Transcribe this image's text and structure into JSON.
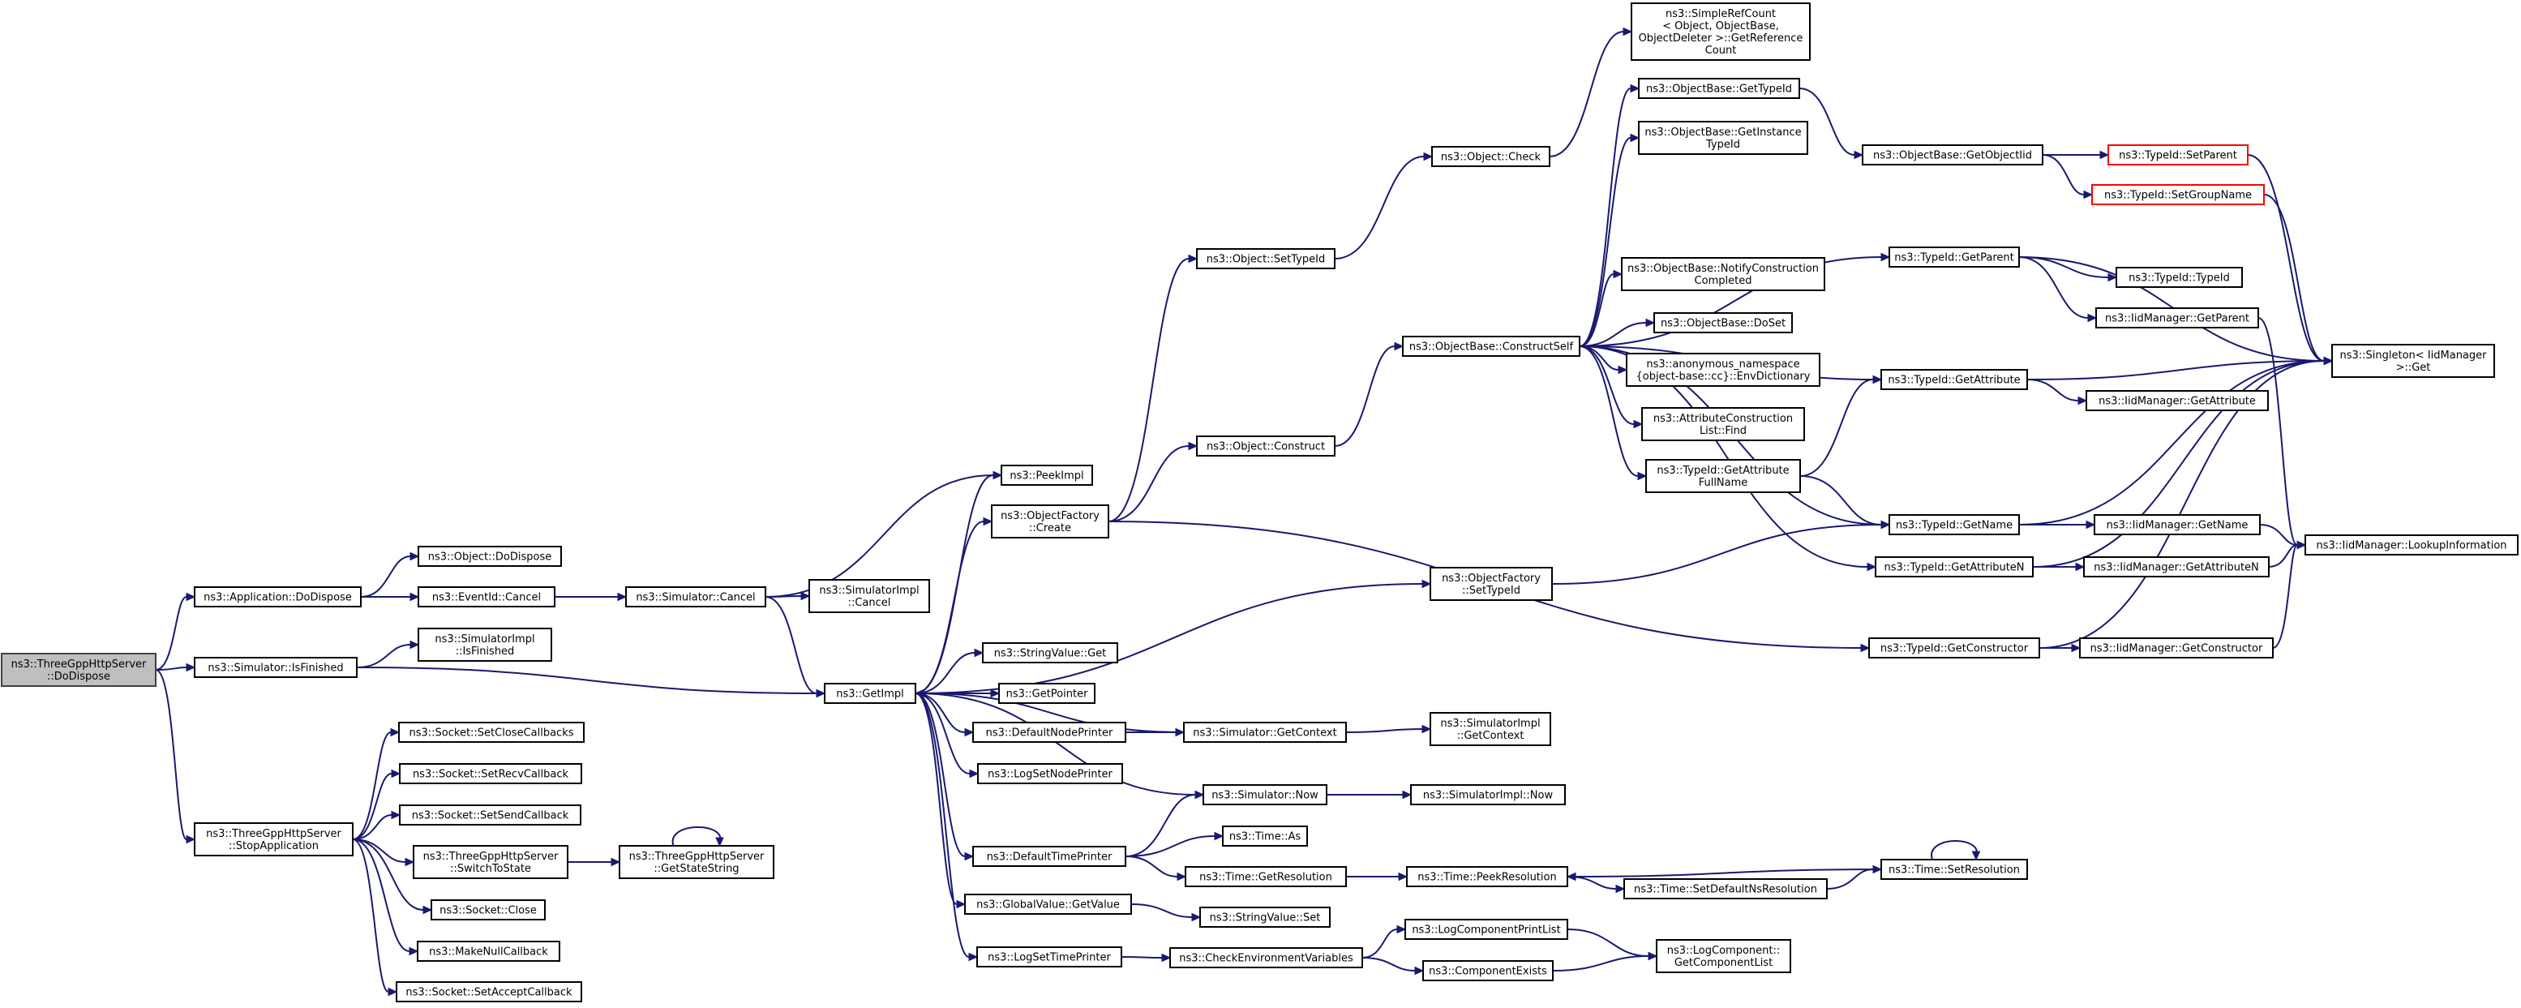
{
  "diagram": {
    "type": "call-graph",
    "nodes": [
      {
        "id": "root",
        "lines": [
          "ns3::ThreeGppHttpServer",
          "::DoDispose"
        ],
        "style": "root"
      },
      {
        "id": "app_dodispose",
        "lines": [
          "ns3::Application::DoDispose"
        ]
      },
      {
        "id": "sim_isfinished",
        "lines": [
          "ns3::Simulator::IsFinished"
        ]
      },
      {
        "id": "stopapp",
        "lines": [
          "ns3::ThreeGppHttpServer",
          "::StopApplication"
        ]
      },
      {
        "id": "obj_dodispose",
        "lines": [
          "ns3::Object::DoDispose"
        ]
      },
      {
        "id": "eventid_cancel",
        "lines": [
          "ns3::EventId::Cancel"
        ]
      },
      {
        "id": "simimpl_isfinished",
        "lines": [
          "ns3::SimulatorImpl",
          "::IsFinished"
        ]
      },
      {
        "id": "sim_cancel",
        "lines": [
          "ns3::Simulator::Cancel"
        ]
      },
      {
        "id": "simimpl_cancel",
        "lines": [
          "ns3::SimulatorImpl",
          "::Cancel"
        ]
      },
      {
        "id": "peekimpl",
        "lines": [
          "ns3::PeekImpl"
        ]
      },
      {
        "id": "getimpl",
        "lines": [
          "ns3::GetImpl"
        ]
      },
      {
        "id": "objfactory_create",
        "lines": [
          "ns3::ObjectFactory",
          "::Create"
        ]
      },
      {
        "id": "stringvalue_get",
        "lines": [
          "ns3::StringValue::Get"
        ]
      },
      {
        "id": "getpointer",
        "lines": [
          "ns3::GetPointer"
        ]
      },
      {
        "id": "defaultnodeprinter",
        "lines": [
          "ns3::DefaultNodePrinter"
        ]
      },
      {
        "id": "logsetnodeprinter",
        "lines": [
          "ns3::LogSetNodePrinter"
        ]
      },
      {
        "id": "defaulttimeprinter",
        "lines": [
          "ns3::DefaultTimePrinter"
        ]
      },
      {
        "id": "globalvalue_getvalue",
        "lines": [
          "ns3::GlobalValue::GetValue"
        ]
      },
      {
        "id": "logsettimeprinter",
        "lines": [
          "ns3::LogSetTimePrinter"
        ]
      },
      {
        "id": "sock_setclosecb",
        "lines": [
          "ns3::Socket::SetCloseCallbacks"
        ]
      },
      {
        "id": "sock_setrecvcb",
        "lines": [
          "ns3::Socket::SetRecvCallback"
        ]
      },
      {
        "id": "sock_setsendcb",
        "lines": [
          "ns3::Socket::SetSendCallback"
        ]
      },
      {
        "id": "switchtostate",
        "lines": [
          "ns3::ThreeGppHttpServer",
          "::SwitchToState"
        ]
      },
      {
        "id": "sock_close",
        "lines": [
          "ns3::Socket::Close"
        ]
      },
      {
        "id": "makenullcb",
        "lines": [
          "ns3::MakeNullCallback"
        ]
      },
      {
        "id": "sock_setacceptcb",
        "lines": [
          "ns3::Socket::SetAcceptCallback"
        ]
      },
      {
        "id": "getstatestring",
        "lines": [
          "ns3::ThreeGppHttpServer",
          "::GetStateString"
        ]
      },
      {
        "id": "obj_settypeid",
        "lines": [
          "ns3::Object::SetTypeId"
        ]
      },
      {
        "id": "obj_construct",
        "lines": [
          "ns3::Object::Construct"
        ]
      },
      {
        "id": "sim_getcontext",
        "lines": [
          "ns3::Simulator::GetContext"
        ]
      },
      {
        "id": "sim_now",
        "lines": [
          "ns3::Simulator::Now"
        ]
      },
      {
        "id": "time_as",
        "lines": [
          "ns3::Time::As"
        ]
      },
      {
        "id": "time_getresolution",
        "lines": [
          "ns3::Time::GetResolution"
        ]
      },
      {
        "id": "stringvalue_set",
        "lines": [
          "ns3::StringValue::Set"
        ]
      },
      {
        "id": "checkenvvars",
        "lines": [
          "ns3::CheckEnvironmentVariables"
        ]
      },
      {
        "id": "obj_check",
        "lines": [
          "ns3::Object::Check"
        ]
      },
      {
        "id": "objbase_constructself",
        "lines": [
          "ns3::ObjectBase::ConstructSelf"
        ]
      },
      {
        "id": "objfactory_settypeid",
        "lines": [
          "ns3::ObjectFactory",
          "::SetTypeId"
        ]
      },
      {
        "id": "simimpl_getcontext",
        "lines": [
          "ns3::SimulatorImpl",
          "::GetContext"
        ]
      },
      {
        "id": "simimpl_now",
        "lines": [
          "ns3::SimulatorImpl::Now"
        ]
      },
      {
        "id": "time_peekresolution",
        "lines": [
          "ns3::Time::PeekResolution"
        ]
      },
      {
        "id": "logcompprintlist",
        "lines": [
          "ns3::LogComponentPrintList"
        ]
      },
      {
        "id": "componentexists",
        "lines": [
          "ns3::ComponentExists"
        ]
      },
      {
        "id": "simplerefcount",
        "lines": [
          "ns3::SimpleRefCount",
          "< Object, ObjectBase,",
          "ObjectDeleter >::GetReference",
          "Count"
        ]
      },
      {
        "id": "objbase_gettypeid",
        "lines": [
          "ns3::ObjectBase::GetTypeId"
        ]
      },
      {
        "id": "objbase_getinstancetypeid",
        "lines": [
          "ns3::ObjectBase::GetInstance",
          "TypeId"
        ]
      },
      {
        "id": "objbase_notifyconstruction",
        "lines": [
          "ns3::ObjectBase::NotifyConstruction",
          "Completed"
        ]
      },
      {
        "id": "objbase_doset",
        "lines": [
          "ns3::ObjectBase::DoSet"
        ]
      },
      {
        "id": "anon_envdict",
        "lines": [
          "ns3::anonymous_namespace",
          "{object-base::cc}::EnvDictionary"
        ]
      },
      {
        "id": "attrconstlist_find",
        "lines": [
          "ns3::AttributeConstruction",
          "List::Find"
        ]
      },
      {
        "id": "typeid_getattrfullname",
        "lines": [
          "ns3::TypeId::GetAttribute",
          "FullName"
        ]
      },
      {
        "id": "settdefaultnsres",
        "lines": [
          "ns3::Time::SetDefaultNsResolution"
        ]
      },
      {
        "id": "logcomp_getcomplist",
        "lines": [
          "ns3::LogComponent::",
          "GetComponentList"
        ]
      },
      {
        "id": "objbase_getobjectiid",
        "lines": [
          "ns3::ObjectBase::GetObjectIid"
        ]
      },
      {
        "id": "typeid_getparent",
        "lines": [
          "ns3::TypeId::GetParent"
        ]
      },
      {
        "id": "typeid_getattribute",
        "lines": [
          "ns3::TypeId::GetAttribute"
        ]
      },
      {
        "id": "typeid_getname",
        "lines": [
          "ns3::TypeId::GetName"
        ]
      },
      {
        "id": "typeid_getattributen",
        "lines": [
          "ns3::TypeId::GetAttributeN"
        ]
      },
      {
        "id": "typeid_getconstructor",
        "lines": [
          "ns3::TypeId::GetConstructor"
        ]
      },
      {
        "id": "time_setresolution",
        "lines": [
          "ns3::Time::SetResolution"
        ]
      },
      {
        "id": "typeid_setparent",
        "lines": [
          "ns3::TypeId::SetParent"
        ],
        "style": "red"
      },
      {
        "id": "typeid_setgroupname",
        "lines": [
          "ns3::TypeId::SetGroupName"
        ],
        "style": "red"
      },
      {
        "id": "typeid_typeid",
        "lines": [
          "ns3::TypeId::TypeId"
        ]
      },
      {
        "id": "iidmgr_getparent",
        "lines": [
          "ns3::IidManager::GetParent"
        ]
      },
      {
        "id": "iidmgr_getattribute",
        "lines": [
          "ns3::IidManager::GetAttribute"
        ]
      },
      {
        "id": "iidmgr_getname",
        "lines": [
          "ns3::IidManager::GetName"
        ]
      },
      {
        "id": "iidmgr_getattributen",
        "lines": [
          "ns3::IidManager::GetAttributeN"
        ]
      },
      {
        "id": "iidmgr_getconstructor",
        "lines": [
          "ns3::IidManager::GetConstructor"
        ]
      },
      {
        "id": "singleton_get",
        "lines": [
          "ns3::Singleton< IidManager",
          ">::Get"
        ]
      },
      {
        "id": "iidmgr_lookupinfo",
        "lines": [
          "ns3::IidManager::LookupInformation"
        ]
      }
    ],
    "edges": [
      [
        "root",
        "app_dodispose"
      ],
      [
        "root",
        "sim_isfinished"
      ],
      [
        "root",
        "stopapp"
      ],
      [
        "app_dodispose",
        "obj_dodispose"
      ],
      [
        "app_dodispose",
        "eventid_cancel"
      ],
      [
        "eventid_cancel",
        "sim_cancel"
      ],
      [
        "sim_isfinished",
        "simimpl_isfinished"
      ],
      [
        "sim_isfinished",
        "getimpl"
      ],
      [
        "sim_cancel",
        "simimpl_cancel"
      ],
      [
        "sim_cancel",
        "peekimpl"
      ],
      [
        "sim_cancel",
        "getimpl"
      ],
      [
        "getimpl",
        "peekimpl"
      ],
      [
        "getimpl",
        "objfactory_create"
      ],
      [
        "getimpl",
        "objfactory_settypeid"
      ],
      [
        "getimpl",
        "stringvalue_get"
      ],
      [
        "getimpl",
        "getpointer"
      ],
      [
        "getimpl",
        "defaultnodeprinter"
      ],
      [
        "getimpl",
        "logsetnodeprinter"
      ],
      [
        "getimpl",
        "sim_now"
      ],
      [
        "getimpl",
        "defaulttimeprinter"
      ],
      [
        "getimpl",
        "globalvalue_getvalue"
      ],
      [
        "getimpl",
        "logsettimeprinter"
      ],
      [
        "sim_getcontext",
        "getimpl"
      ],
      [
        "objfactory_create",
        "obj_settypeid"
      ],
      [
        "objfactory_create",
        "obj_construct"
      ],
      [
        "objfactory_create",
        "typeid_getconstructor"
      ],
      [
        "obj_settypeid",
        "obj_check"
      ],
      [
        "obj_check",
        "simplerefcount"
      ],
      [
        "obj_construct",
        "objbase_constructself"
      ],
      [
        "objbase_constructself",
        "objbase_gettypeid"
      ],
      [
        "objbase_constructself",
        "objbase_getinstancetypeid"
      ],
      [
        "objbase_constructself",
        "typeid_getparent"
      ],
      [
        "objbase_constructself",
        "objbase_notifyconstruction"
      ],
      [
        "objbase_constructself",
        "objbase_doset"
      ],
      [
        "objbase_constructself",
        "anon_envdict"
      ],
      [
        "objbase_constructself",
        "attrconstlist_find"
      ],
      [
        "objbase_constructself",
        "typeid_getattribute"
      ],
      [
        "objbase_constructself",
        "typeid_getattrfullname"
      ],
      [
        "objbase_constructself",
        "typeid_getname"
      ],
      [
        "objbase_constructself",
        "typeid_getattributen"
      ],
      [
        "objbase_gettypeid",
        "objbase_getobjectiid"
      ],
      [
        "objbase_getobjectiid",
        "typeid_setparent"
      ],
      [
        "objbase_getobjectiid",
        "typeid_setgroupname"
      ],
      [
        "typeid_setparent",
        "singleton_get"
      ],
      [
        "typeid_setgroupname",
        "singleton_get"
      ],
      [
        "typeid_getparent",
        "typeid_typeid"
      ],
      [
        "typeid_getparent",
        "iidmgr_getparent"
      ],
      [
        "typeid_getparent",
        "singleton_get"
      ],
      [
        "iidmgr_getparent",
        "iidmgr_lookupinfo"
      ],
      [
        "typeid_getattribute",
        "singleton_get"
      ],
      [
        "typeid_getattribute",
        "iidmgr_getattribute"
      ],
      [
        "typeid_getattrfullname",
        "typeid_getattribute"
      ],
      [
        "typeid_getattrfullname",
        "typeid_getname"
      ],
      [
        "typeid_getname",
        "singleton_get"
      ],
      [
        "typeid_getname",
        "iidmgr_getname"
      ],
      [
        "iidmgr_getname",
        "iidmgr_lookupinfo"
      ],
      [
        "typeid_getattributen",
        "singleton_get"
      ],
      [
        "typeid_getattributen",
        "iidmgr_getattributen"
      ],
      [
        "iidmgr_getattributen",
        "iidmgr_lookupinfo"
      ],
      [
        "objfactory_settypeid",
        "typeid_getname"
      ],
      [
        "typeid_getconstructor",
        "singleton_get"
      ],
      [
        "typeid_getconstructor",
        "iidmgr_getconstructor"
      ],
      [
        "iidmgr_getconstructor",
        "iidmgr_lookupinfo"
      ],
      [
        "defaultnodeprinter",
        "sim_getcontext"
      ],
      [
        "sim_getcontext",
        "simimpl_getcontext"
      ],
      [
        "defaulttimeprinter",
        "sim_now"
      ],
      [
        "defaulttimeprinter",
        "time_as"
      ],
      [
        "defaulttimeprinter",
        "time_getresolution"
      ],
      [
        "sim_now",
        "simimpl_now"
      ],
      [
        "time_getresolution",
        "time_peekresolution"
      ],
      [
        "time_peekresolution",
        "settdefaultnsres"
      ],
      [
        "settdefaultnsres",
        "time_setresolution"
      ],
      [
        "time_setresolution",
        "time_peekresolution"
      ],
      [
        "time_setresolution",
        "time_setresolution"
      ],
      [
        "globalvalue_getvalue",
        "stringvalue_set"
      ],
      [
        "logsettimeprinter",
        "checkenvvars"
      ],
      [
        "checkenvvars",
        "logcompprintlist"
      ],
      [
        "checkenvvars",
        "componentexists"
      ],
      [
        "logcompprintlist",
        "logcomp_getcomplist"
      ],
      [
        "componentexists",
        "logcomp_getcomplist"
      ],
      [
        "stopapp",
        "sock_setclosecb"
      ],
      [
        "stopapp",
        "sock_setrecvcb"
      ],
      [
        "stopapp",
        "sock_setsendcb"
      ],
      [
        "stopapp",
        "switchtostate"
      ],
      [
        "stopapp",
        "sock_close"
      ],
      [
        "stopapp",
        "makenullcb"
      ],
      [
        "stopapp",
        "sock_setacceptcb"
      ],
      [
        "switchtostate",
        "getstatestring"
      ],
      [
        "getstatestring",
        "getstatestring"
      ]
    ]
  }
}
